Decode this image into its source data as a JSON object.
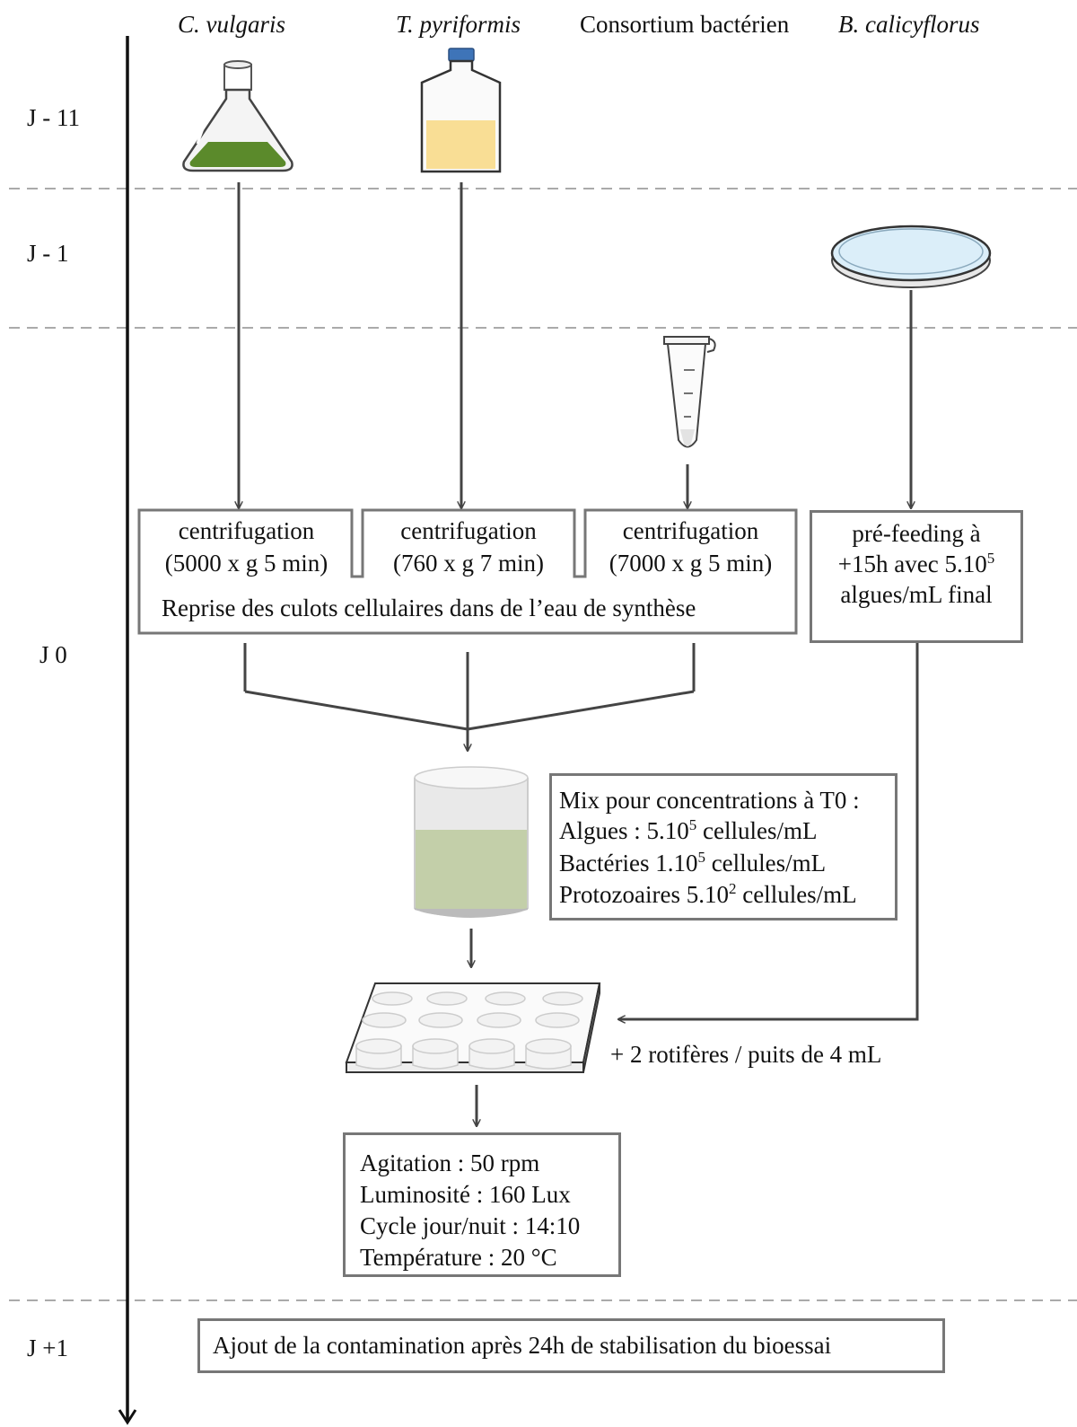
{
  "species": {
    "vulgaris": "C. vulgaris",
    "pyriformis": "T. pyriformis",
    "consortium": "Consortium bactérien",
    "calicyflorus": "B. calicyflorus"
  },
  "days": {
    "j11": "J - 11",
    "j1": "J - 1",
    "j0": "J 0",
    "jp1": "J +1"
  },
  "centrifugation": [
    {
      "title": "centrifugation",
      "params": "(5000 x g 5 min)"
    },
    {
      "title": "centrifugation",
      "params": "(760 x g 7 min)"
    },
    {
      "title": "centrifugation",
      "params": "(7000 x g 5 min)"
    }
  ],
  "reprise": "Reprise des culots cellulaires dans de l’eau de synthèse",
  "prefeeding": {
    "l1": "pré-feeding à",
    "l2_pre": "+15h avec 5.10",
    "l2_sup": "5",
    "l3": "algues/mL final"
  },
  "mix": {
    "title": "Mix pour concentrations à T0 :",
    "lines": [
      {
        "pre": "Algues : 5.10",
        "sup": "5",
        "post": " cellules/mL"
      },
      {
        "pre": "Bactéries 1.10",
        "sup": "5",
        "post": " cellules/mL"
      },
      {
        "pre": "Protozoaires 5.10",
        "sup": "2",
        "post": " cellules/mL"
      }
    ]
  },
  "rotifers": "+ 2 rotifères / puits de 4 mL",
  "conditions": [
    "Agitation : 50 rpm",
    "Luminosité : 160 Lux",
    "Cycle jour/nuit : 14:10",
    "Température : 20 °C"
  ],
  "final": "Ajout de la contamination après 24h de stabilisation du bioessai",
  "colors": {
    "algae": "#5b8a2b",
    "medium": "#f9de95",
    "cap": "#3e74b8",
    "petri": "#dbeef9",
    "beaker": "#c3cfa9",
    "line": "#444444",
    "box": "#777777"
  }
}
